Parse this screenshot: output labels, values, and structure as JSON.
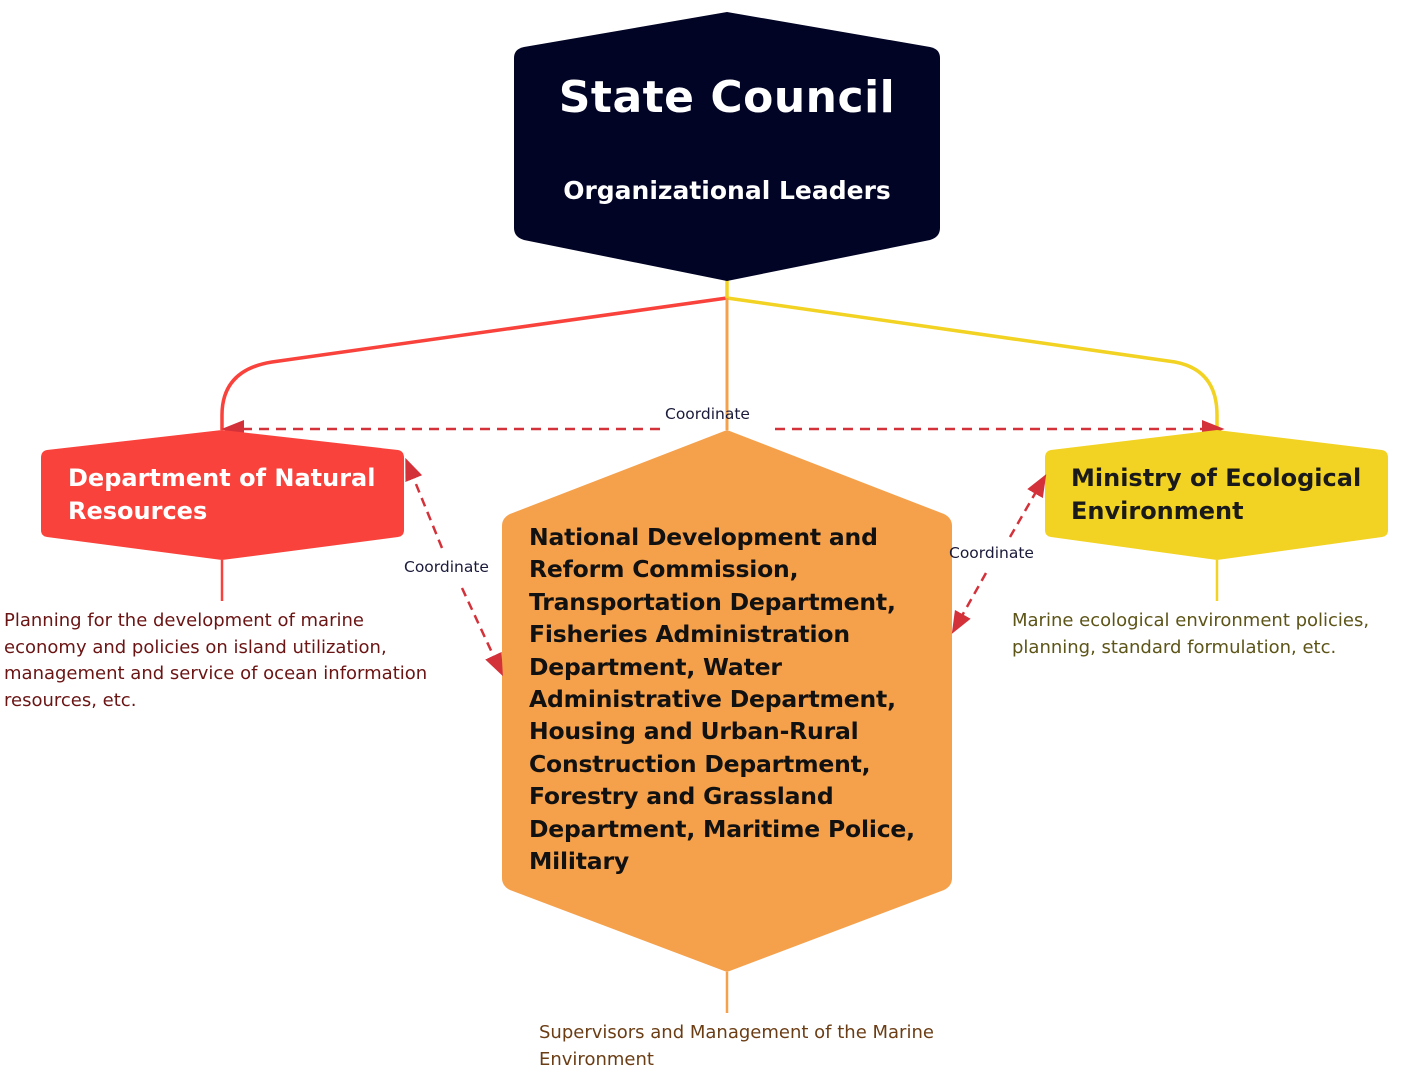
{
  "diagram": {
    "root": {
      "title": "State Council",
      "subtitle": "Organizational Leaders",
      "color": "#020425"
    },
    "nodes": {
      "left": {
        "label": "Department of Natural Resources",
        "line1": "Department of Natural",
        "line2": "Resources",
        "color": "#f9423b",
        "description": "Planning for the development of marine economy and policies on island utilization, management and service of ocean information resources, etc."
      },
      "center": {
        "label": "National Development and Reform Commission, Transportation Department, Fisheries Administration Department, Water Administrative Department, Housing and Urban-Rural Construction Department, Forestry and Grassland Department, Maritime Police, Military",
        "color": "#f5a04b",
        "description": "Supervisors and Management of the Marine Environment"
      },
      "right": {
        "label": "Ministry of Ecological Environment",
        "line1": "Ministry of Ecological",
        "line2": "Environment",
        "color": "#f2d222",
        "description": "Marine ecological environment policies, planning, standard formulation, etc."
      }
    },
    "edges": {
      "coordinate_top": "Coordinate",
      "coordinate_left": "Coordinate",
      "coordinate_right": "Coordinate",
      "dash_color": "#d4323a"
    }
  }
}
